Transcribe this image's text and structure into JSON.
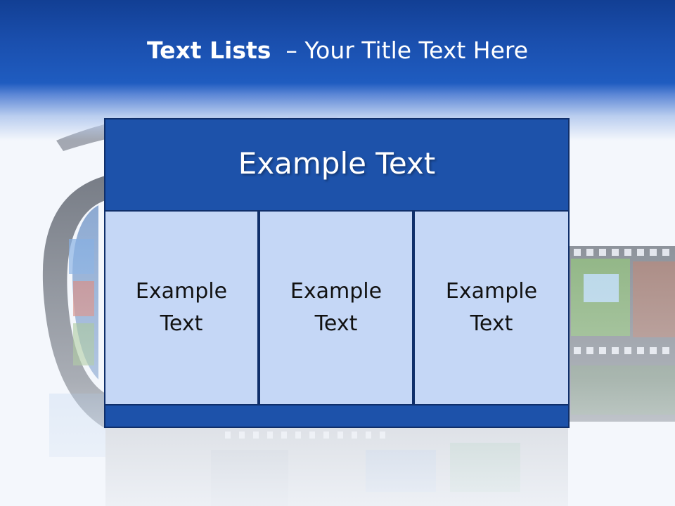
{
  "slide": {
    "title_bold": "Text Lists",
    "title_rest": "– Your Title Text Here"
  },
  "diagram": {
    "header_text": "Example Text",
    "columns": [
      {
        "line1": "Example",
        "line2": "Text"
      },
      {
        "line1": "Example",
        "line2": "Text"
      },
      {
        "line1": "Example",
        "line2": "Text"
      }
    ]
  },
  "colors": {
    "header_band": "#1a4fae",
    "panel_dark": "#1d52aa",
    "panel_light": "#c5d7f6",
    "border": "#102f6a"
  },
  "background_icon": "film-strip"
}
